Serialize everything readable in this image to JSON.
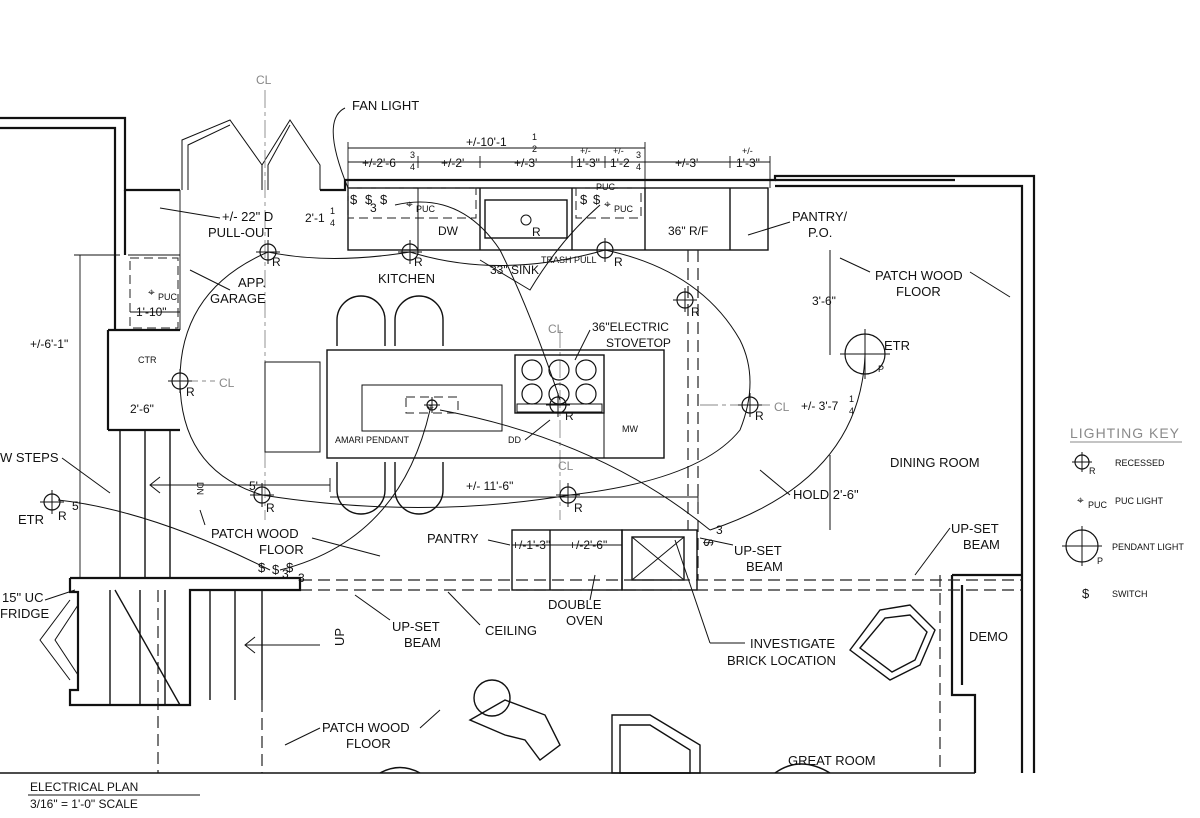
{
  "labels": {
    "fan_light": "FAN LIGHT",
    "pull_out": "+/- 22\" D\nPULL-OUT",
    "app_garage": "APP.\nGARAGE",
    "puc": "PUC",
    "dim_1_10": "1'-10\"",
    "ctr": "CTR",
    "dim_2_6_left": "2'-6\"",
    "dim_6_1": "+/-6'-1\"",
    "kitchen": "KITCHEN",
    "dw": "DW",
    "sink": "33\" SINK",
    "trash_pull": "TRASH PULL",
    "rf": "36\" R/F",
    "pantry_po": "PANTRY/\nP.O.",
    "patch_wood_floor_ne": "PATCH WOOD\nFLOOR",
    "dim_3_6": "3'-6\"",
    "etr": "ETR",
    "stovetop": "36\"ELECTRIC\nSTOVETOP",
    "cl": "CL",
    "dim_3_7_1_4": "+/- 3'-7",
    "frac_1_4_num": "1",
    "frac_1_4_den": "4",
    "dining_room": "DINING ROOM",
    "hold_2_6": "HOLD 2'-6\"",
    "amari_pendant": "AMARI PENDANT",
    "dd": "DD",
    "mw": "MW",
    "dim_5": "5'",
    "dim_11_6": "+/- 11'-6\"",
    "w_steps": "W STEPS",
    "patch_wood_floor_mid": "PATCH WOOD\nFLOOR",
    "pantry": "PANTRY",
    "dim_1_3": "+/-1'-3\"",
    "dim_2_6_b": "+/-2'-6\"",
    "double_oven": "DOUBLE\nOVEN",
    "up_set_beam": "UP-SET\nBEAM",
    "ceiling": "CEILING",
    "investigate": "INVESTIGATE\nBRICK LOCATION",
    "uc_fridge": "15\" UC\nFRIDGE",
    "up": "UP",
    "dn": "DN",
    "demo": "DEMO",
    "patch_wood_floor_s": "PATCH WOOD\nFLOOR",
    "great_room": "GREAT ROOM",
    "r": "R",
    "p": "P",
    "switch": "$",
    "s3": "3",
    "top_dims": {
      "overall": "+/-10'-1",
      "d1": "+/-2'-6",
      "d2": "+/-2'",
      "d3": "+/-3'",
      "d4": "1'-3\"",
      "d5": "1'-2",
      "d6": "+/-3'",
      "d7": "1'-3\"",
      "pm": "+/-",
      "frac_1_2_num": "1",
      "frac_1_2_den": "2",
      "frac_3_4_num": "3",
      "frac_3_4_den": "4",
      "dim_2_1_1_4": "2'-1"
    }
  },
  "legend": {
    "title": "LIGHTING KEY",
    "items": [
      {
        "symbol": "recessed",
        "label": "RECESSED"
      },
      {
        "symbol": "puc",
        "label": "PUC LIGHT"
      },
      {
        "symbol": "pendant",
        "label": "PENDANT LIGHT"
      },
      {
        "symbol": "switch",
        "label": "SWITCH"
      }
    ]
  },
  "title_block": {
    "title": "ELECTRICAL PLAN",
    "scale": "3/16\" = 1'-0\" SCALE"
  }
}
